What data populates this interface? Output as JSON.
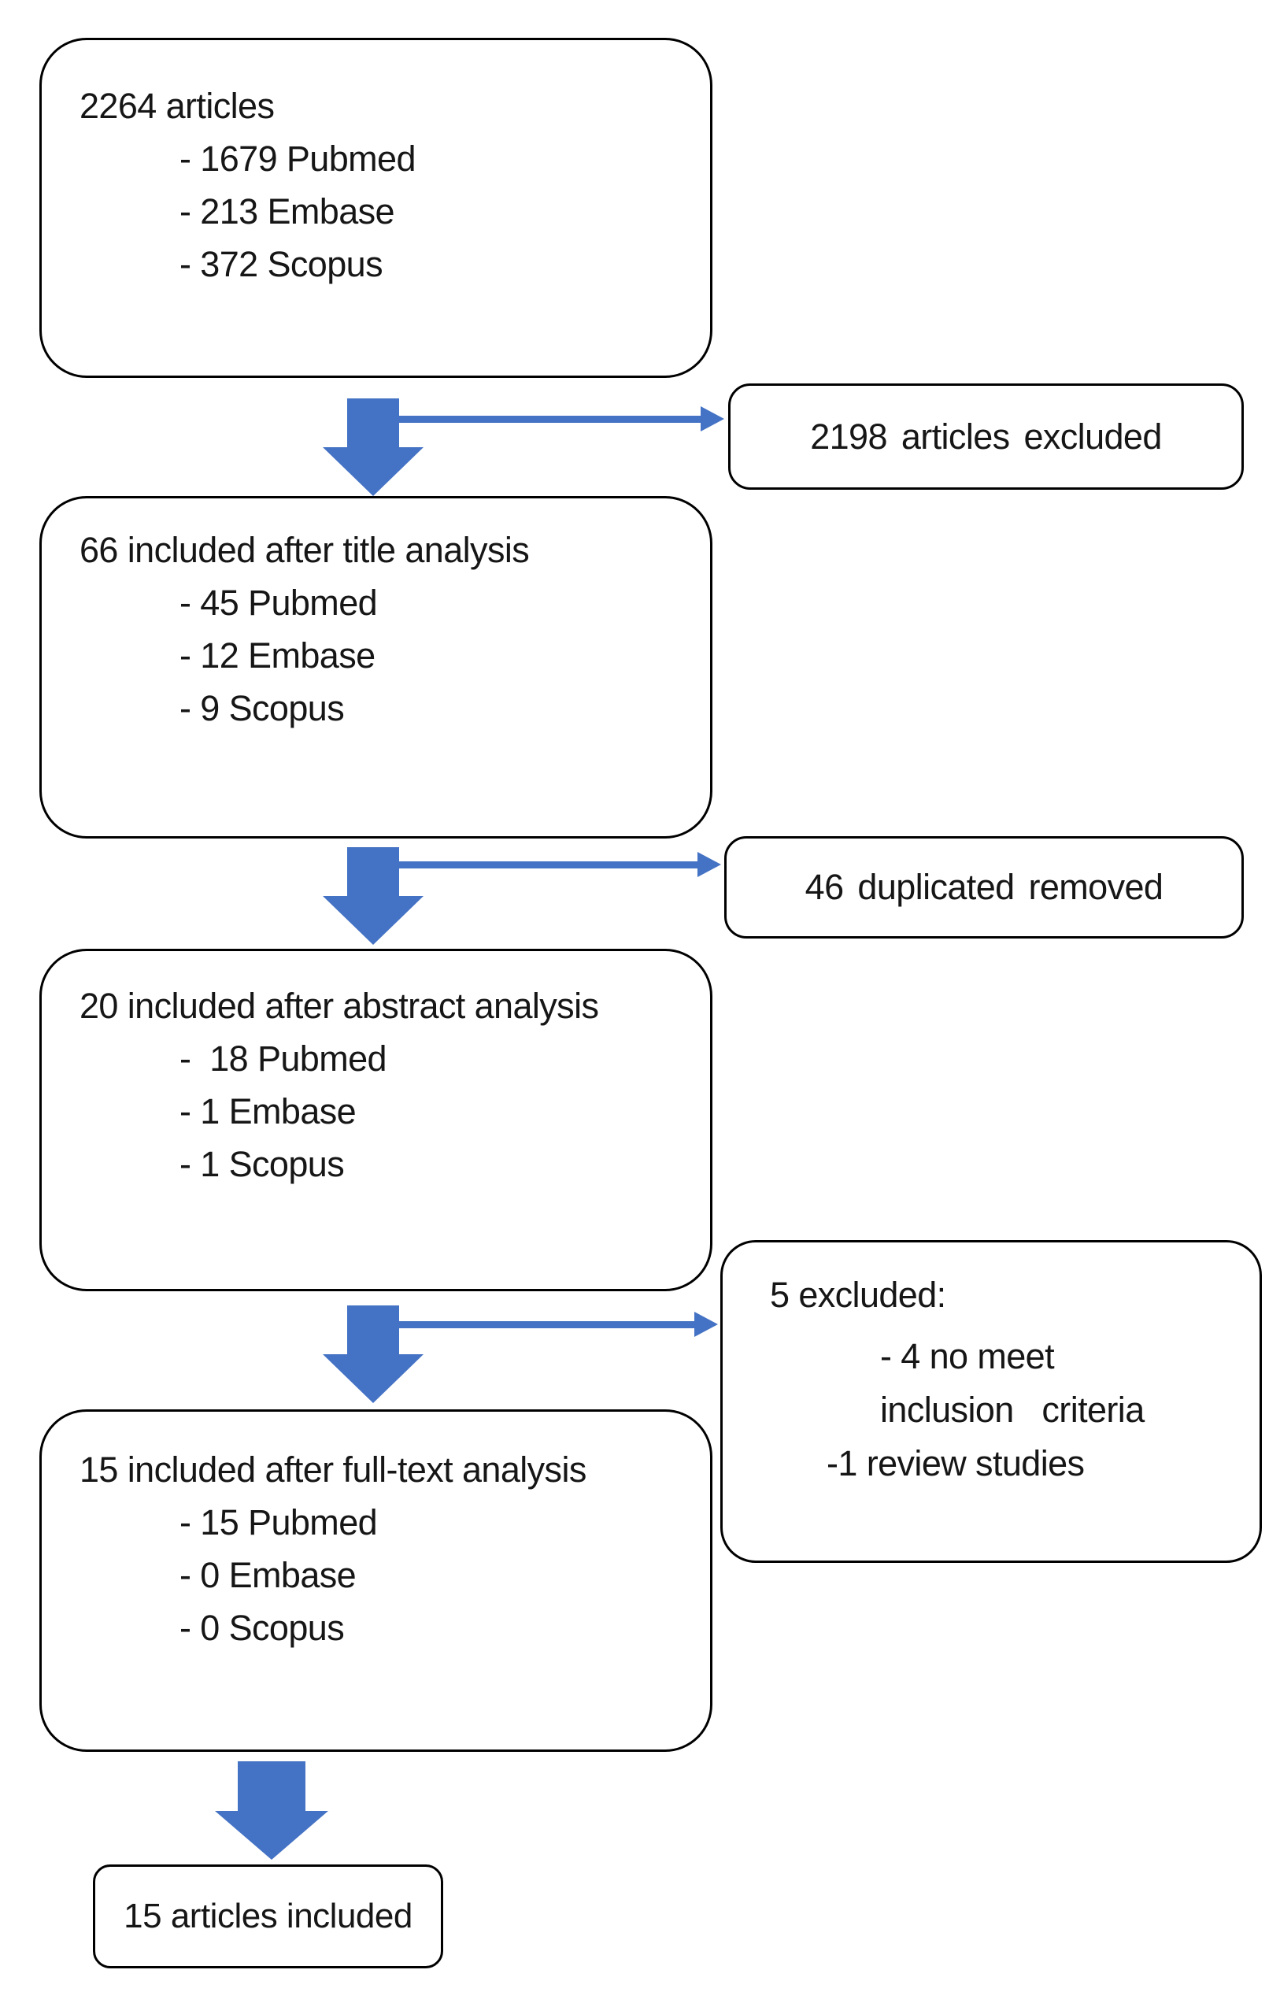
{
  "diagram": {
    "flow_boxes": [
      {
        "title": "2264 articles",
        "items": [
          "- 1679 Pubmed",
          "- 213 Embase",
          "- 372 Scopus"
        ]
      },
      {
        "title": "66 included after title analysis",
        "items": [
          "- 45 Pubmed",
          "- 12 Embase",
          "- 9 Scopus"
        ]
      },
      {
        "title": "20 included after abstract analysis",
        "items": [
          "-  18 Pubmed",
          "- 1 Embase",
          "- 1 Scopus"
        ]
      },
      {
        "title": "15 included after full-text analysis",
        "items": [
          "- 15 Pubmed",
          "- 0 Embase",
          "- 0 Scopus"
        ]
      }
    ],
    "side_boxes": [
      {
        "text": "2198 articles excluded"
      },
      {
        "text": "46 duplicated removed"
      },
      {
        "title": "5 excluded:",
        "items": [
          "- 4 no meet",
          "inclusion   criteria",
          "-1 review studies"
        ]
      }
    ],
    "final_box": {
      "text": "15 articles included"
    },
    "colors": {
      "arrow_blue": "#4472C4",
      "box_border": "#000000"
    }
  }
}
